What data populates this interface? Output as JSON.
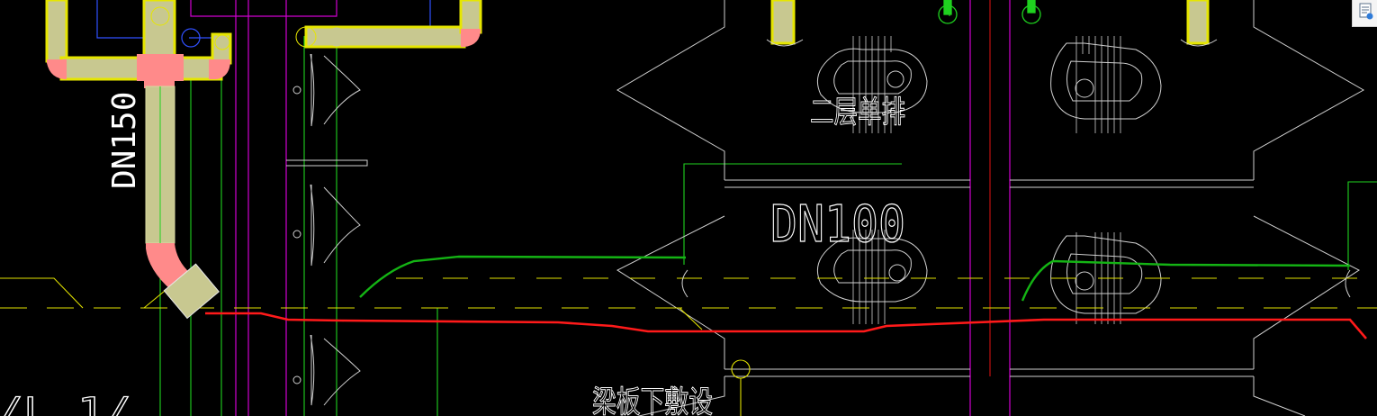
{
  "app": {
    "title": "CAD drawing view"
  },
  "labels": {
    "dn150": "DN150",
    "dn100": "DN100",
    "floor_note": "二层单排",
    "beam_note": "梁板下敷设",
    "axis_partial": "/L 1/"
  },
  "colors": {
    "background": "#000000",
    "pipe_fill": "#c8c890",
    "pipe_yellow": "#e6e600",
    "pipe_joint": "#ff8a8a",
    "line_green": "#1fd21f",
    "line_red": "#ff1a1a",
    "line_magenta": "#d000d0",
    "line_white": "#d0d0d0",
    "line_blue": "#3050ff",
    "line_yellow": "#e0e000"
  },
  "icons": {
    "corner": "document-icon"
  }
}
